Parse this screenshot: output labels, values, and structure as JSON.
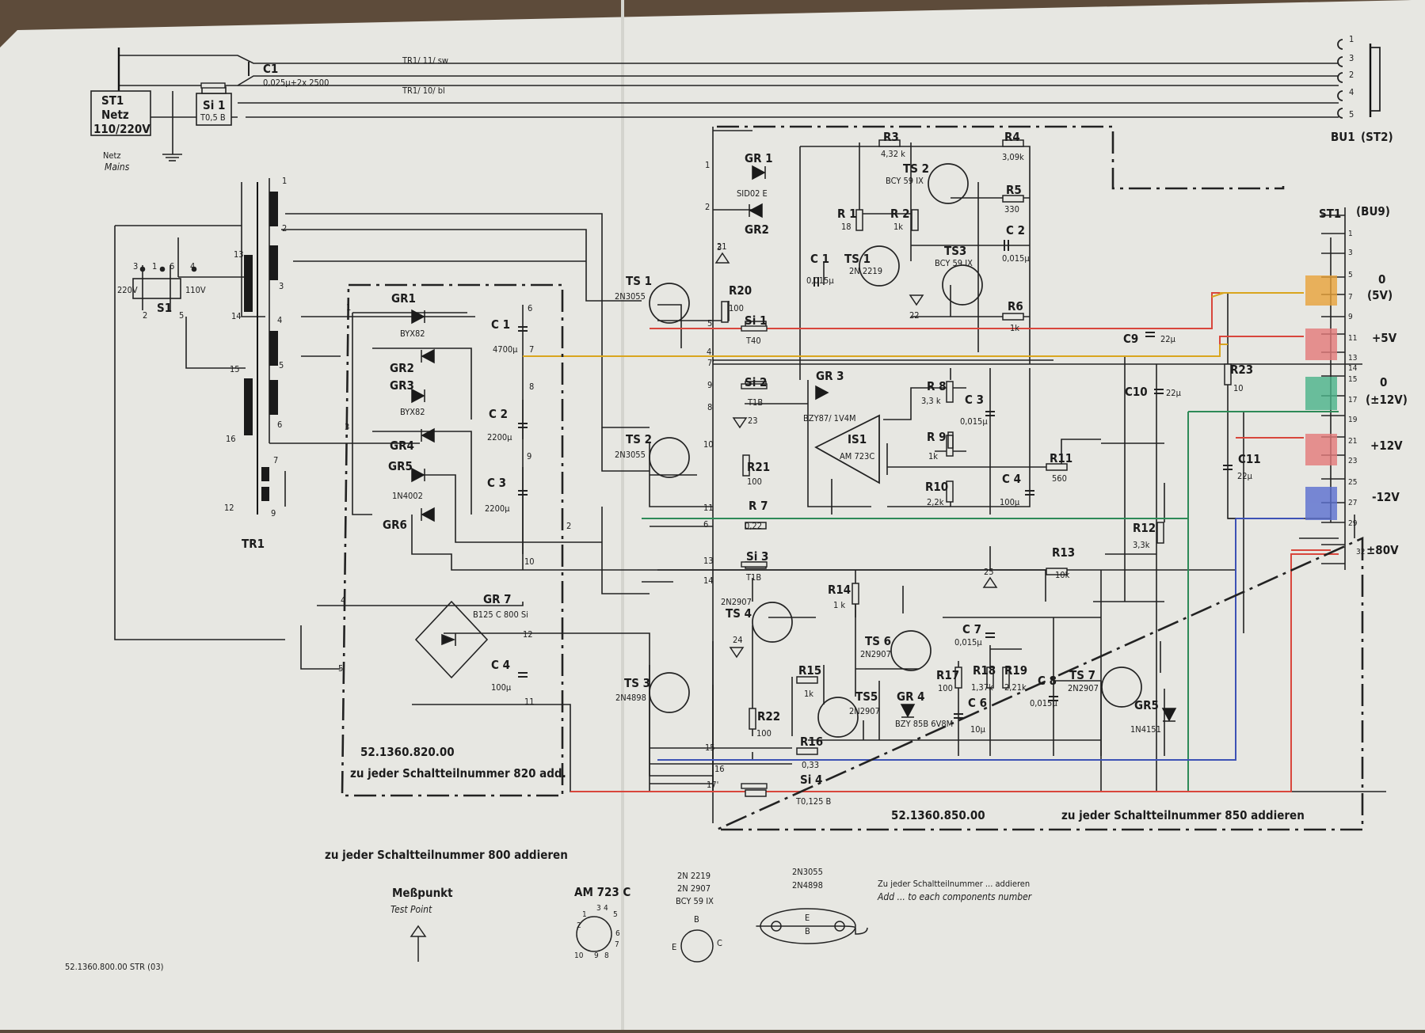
{
  "colors": {
    "paper": "#e9e9e4",
    "ink": "#222222",
    "red": "#d8463c",
    "yellow": "#d9a51e",
    "green": "#2e8a57",
    "blue": "#3d52b5",
    "orange": "#e8a23a",
    "pink": "#e47a7a",
    "teal": "#4ab38a",
    "cobalt": "#5a6fd0"
  },
  "mains": {
    "plug_ref": "ST1",
    "plug_name": "Netz",
    "plug_voltage": "110/220V",
    "fuse_ref": "Si 1",
    "fuse_val": "T0,5 B",
    "netz": "Netz",
    "mains": "Mains",
    "c1_ref": "C1",
    "c1_val": "0,025µ+2x 2500",
    "tr1_sw": "TR1/ 11/ sw",
    "tr1_bl": "TR1/ 10/ bl"
  },
  "switch": {
    "ref": "S1",
    "v220": "220V",
    "v110": "110V",
    "pins": [
      "3",
      "1",
      "6",
      "4",
      "2",
      "5"
    ]
  },
  "transformer": {
    "ref": "TR1",
    "pins": [
      "1",
      "2",
      "3",
      "4",
      "5",
      "6",
      "7",
      "8",
      "9",
      "12",
      "13",
      "14",
      "15",
      "16"
    ]
  },
  "section_820": {
    "number": "52.1360.820.00",
    "note": "zu jeder Schaltteilnummer 820 add.",
    "pins": [
      "1",
      "2",
      "3",
      "4",
      "5'",
      "6",
      "7",
      "8",
      "9",
      "10",
      "11",
      "12"
    ]
  },
  "section_850": {
    "number": "52.1360.850.00",
    "note": "zu jeder Schaltteilnummer 850 addieren",
    "pins": [
      "1",
      "2",
      "3",
      "4",
      "5",
      "6",
      "7'",
      "8",
      "9",
      "10",
      "11",
      "13",
      "14",
      "15",
      "16",
      "17'"
    ]
  },
  "note_800": "zu jeder Schaltteilnummer 800 addieren",
  "bu1": {
    "ref": "BU1",
    "alt": "(ST2)",
    "pins": [
      "1",
      "3",
      "2",
      "4",
      "5"
    ]
  },
  "st1": {
    "ref": "ST1",
    "alt": "(BU9)",
    "pins": [
      "1",
      "3",
      "5",
      "7",
      "9",
      "11",
      "13",
      "14",
      "15",
      "17",
      "19",
      "21",
      "23",
      "25",
      "27",
      "29",
      "32"
    ],
    "rail_0": "0",
    "rail_0_5v": "(5V)",
    "rail_p5": "+5V",
    "rail_0b": "0",
    "rail_pm12": "(±12V)",
    "rail_p12": "+12V",
    "rail_m12": "-12V",
    "rail_80": "±80V"
  },
  "components": [
    {
      "ref": "GR1",
      "val": "BYX82"
    },
    {
      "ref": "GR2",
      "val": ""
    },
    {
      "ref": "GR3",
      "val": "BYX82"
    },
    {
      "ref": "GR4",
      "val": ""
    },
    {
      "ref": "GR5",
      "val": "1N4002"
    },
    {
      "ref": "GR6",
      "val": ""
    },
    {
      "ref": "C 1",
      "val": "4700µ"
    },
    {
      "ref": "C 2",
      "val": "2200µ"
    },
    {
      "ref": "C 3",
      "val": "2200µ"
    },
    {
      "ref": "GR 7",
      "val": "B125 C 800 Si"
    },
    {
      "ref": "C 4",
      "val": "100µ"
    },
    {
      "ref": "GR 1",
      "val": "SID02 E"
    },
    {
      "ref": "GR2",
      "val": ""
    },
    {
      "ref": "TS 1",
      "val": "2N3055"
    },
    {
      "ref": "R20",
      "val": "100"
    },
    {
      "ref": "Si 1",
      "val": "T40"
    },
    {
      "ref": "R3",
      "val": "4,32 k"
    },
    {
      "ref": "R4",
      "val": "3,09k"
    },
    {
      "ref": "TS 2",
      "val": "BCY 59 IX"
    },
    {
      "ref": "R5",
      "val": "330"
    },
    {
      "ref": "R 1",
      "val": "18"
    },
    {
      "ref": "R 2",
      "val": "1k"
    },
    {
      "ref": "C 1",
      "val": "0,015µ"
    },
    {
      "ref": "TS 1",
      "val": "2N 2219"
    },
    {
      "ref": "TS3",
      "val": "BCY 59 IX"
    },
    {
      "ref": "C 2",
      "val": "0,015µ"
    },
    {
      "ref": "R6",
      "val": "1k"
    },
    {
      "ref": "C9",
      "val": "22µ"
    },
    {
      "ref": "Si 2",
      "val": "T1B"
    },
    {
      "ref": "GR 3",
      "val": "BZY87/ 1V4M"
    },
    {
      "ref": "IS1",
      "val": "AM 723C"
    },
    {
      "ref": "R 8",
      "val": "3,3 k"
    },
    {
      "ref": "C 3",
      "val": "0,015µ"
    },
    {
      "ref": "R 9",
      "val": "1k"
    },
    {
      "ref": "R10",
      "val": "2,2k"
    },
    {
      "ref": "C 4",
      "val": "100µ"
    },
    {
      "ref": "R11",
      "val": "560"
    },
    {
      "ref": "C10",
      "val": "22µ"
    },
    {
      "ref": "R23",
      "val": "10"
    },
    {
      "ref": "C11",
      "val": "22µ"
    },
    {
      "ref": "TS 2",
      "val": "2N3055"
    },
    {
      "ref": "R21",
      "val": "100"
    },
    {
      "ref": "R 7",
      "val": "0,22"
    },
    {
      "ref": "R12",
      "val": "3,3k"
    },
    {
      "ref": "Si 3",
      "val": "T1B"
    },
    {
      "ref": "R13",
      "val": "10k"
    },
    {
      "ref": "R14",
      "val": "1 k"
    },
    {
      "ref": "TS 4",
      "val": "2N2907"
    },
    {
      "ref": "TS 6",
      "val": "2N2907"
    },
    {
      "ref": "C 7",
      "val": "0,015µ"
    },
    {
      "ref": "TS 3",
      "val": "2N4898"
    },
    {
      "ref": "R15",
      "val": "1k"
    },
    {
      "ref": "TS5",
      "val": "2N2907"
    },
    {
      "ref": "GR 4",
      "val": "BZY 85B 6V8M"
    },
    {
      "ref": "R17",
      "val": "100"
    },
    {
      "ref": "R18",
      "val": "1,37k"
    },
    {
      "ref": "R19",
      "val": "2,21k"
    },
    {
      "ref": "C 6",
      "val": "10µ"
    },
    {
      "ref": "C 8",
      "val": "0,015µ"
    },
    {
      "ref": "TS 7",
      "val": "2N2907"
    },
    {
      "ref": "GR5",
      "val": "1N4151"
    },
    {
      "ref": "R22",
      "val": "100"
    },
    {
      "ref": "R16",
      "val": "0,33"
    },
    {
      "ref": "Si 4",
      "val": "T0,125 B"
    }
  ],
  "test_points": [
    "21",
    "22",
    "23",
    "24",
    "25"
  ],
  "legend": {
    "mp": "Meßpunkt",
    "tp": "Test Point",
    "ic": "AM 723 C",
    "tr_small": [
      "2N 2219",
      "2N 2907",
      "BCY 59 IX"
    ],
    "tr_power": [
      "2N3055",
      "2N4898"
    ],
    "add_de": "Zu jeder Schaltteilnummer ... addieren",
    "add_en": "Add ... to each components number",
    "ic_pins": [
      "1",
      "2",
      "3",
      "4",
      "5",
      "6",
      "7",
      "8",
      "9",
      "10"
    ],
    "to5_pins": [
      "B",
      "E",
      "C"
    ],
    "to3_pins": [
      "E",
      "B"
    ]
  },
  "doc_number": "52.1360.800.00 STR (03)"
}
